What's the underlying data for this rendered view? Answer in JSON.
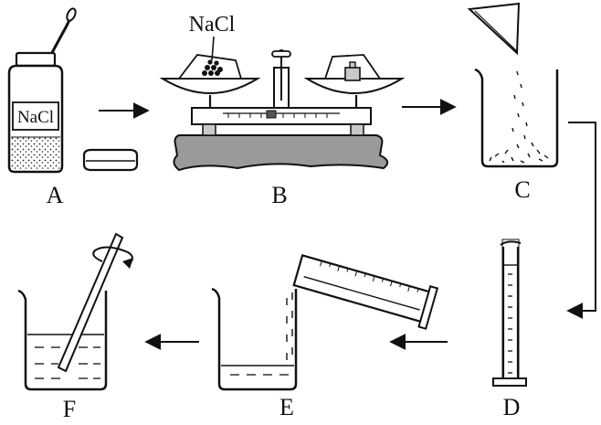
{
  "labels": {
    "step_a": "A",
    "step_b": "B",
    "step_c": "C",
    "step_d": "D",
    "step_e": "E",
    "step_f": "F"
  },
  "jar_label": "NaCl",
  "balance_label": "NaCl",
  "colors": {
    "stroke": "#111111",
    "balance_base": "#9a9a9a",
    "metal": "#c9c9c9"
  }
}
